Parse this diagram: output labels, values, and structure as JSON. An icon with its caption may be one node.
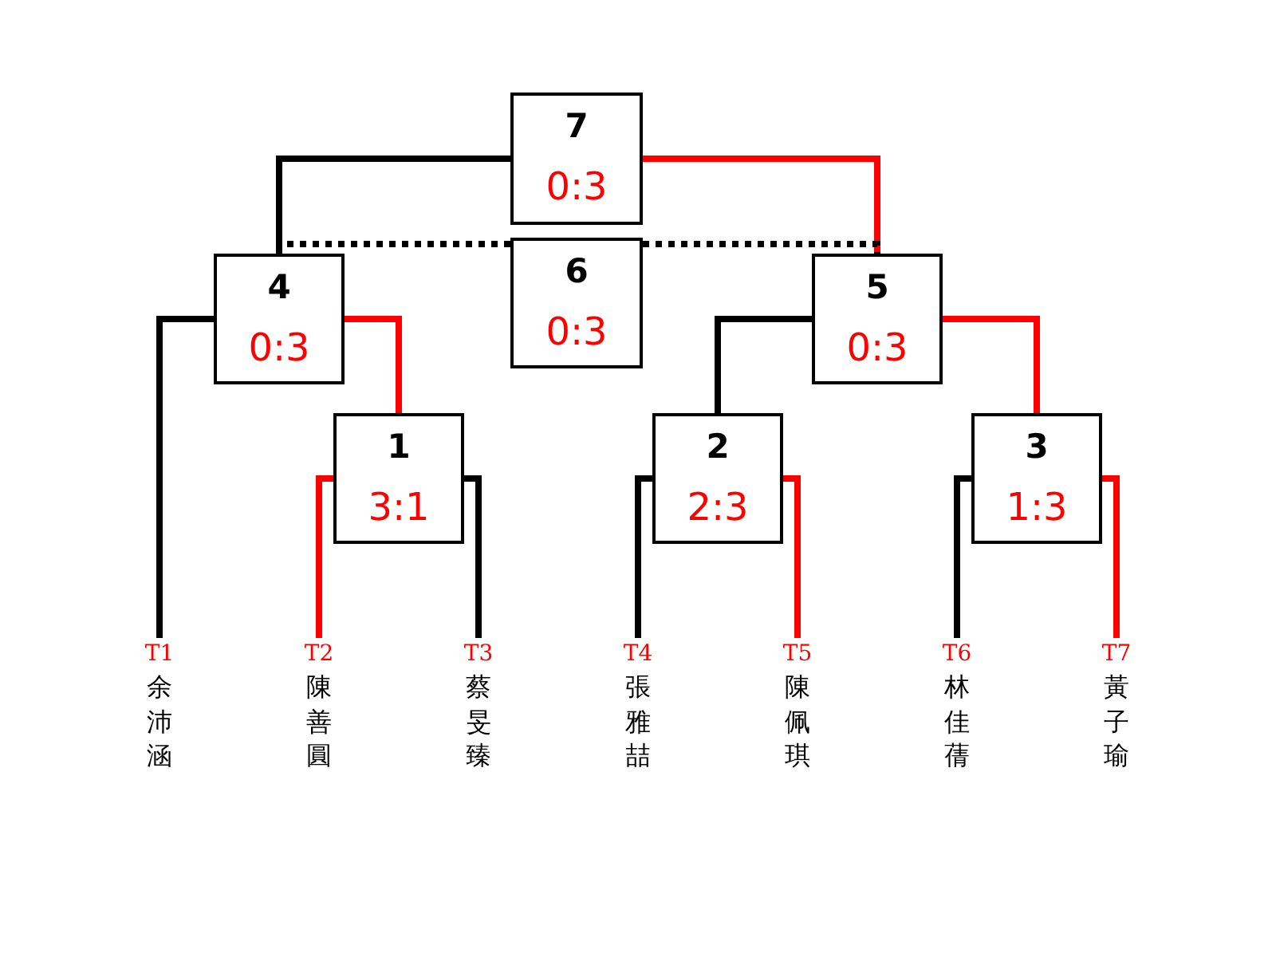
{
  "diagram": {
    "nodes": [
      {
        "text": [
          "7",
          "0:3"
        ]
      },
      {
        "text": [
          "4",
          "0:3"
        ]
      },
      {
        "text": [
          "6",
          "0:3"
        ]
      },
      {
        "text": [
          "5",
          "0:3"
        ]
      },
      {
        "text": [
          "1",
          "3:1"
        ]
      },
      {
        "text": [
          "2",
          "2:3"
        ]
      },
      {
        "text": [
          "3",
          "1:3"
        ]
      },
      {
        "text": [
          "T1",
          "余沛涵"
        ]
      },
      {
        "text": [
          "T2",
          "陳善圓"
        ]
      },
      {
        "text": [
          "T3",
          "蔡旻臻"
        ]
      },
      {
        "text": [
          "T4",
          "張雅喆"
        ]
      },
      {
        "text": [
          "T5",
          "陳佩琪"
        ]
      },
      {
        "text": [
          "T6",
          "林佳蒨"
        ]
      },
      {
        "text": [
          "T7",
          "黃子瑜"
        ]
      }
    ],
    "edges": [
      {
        "from": 0,
        "to": 1,
        "arrow": "none"
      },
      {
        "from": 0,
        "to": 3,
        "arrow": "none",
        "color": "#ff0000"
      },
      {
        "from": 2,
        "to": 1,
        "arrow": "none",
        "style": "dashed"
      },
      {
        "from": 2,
        "to": 3,
        "arrow": "none",
        "style": "dashed"
      },
      {
        "from": 1,
        "to": 7,
        "arrow": "none"
      },
      {
        "from": 1,
        "to": 4,
        "arrow": "none",
        "color": "#ff0000"
      },
      {
        "from": 3,
        "to": 5,
        "arrow": "none"
      },
      {
        "from": 3,
        "to": 6,
        "arrow": "none",
        "color": "#ff0000"
      },
      {
        "from": 4,
        "to": 8,
        "arrow": "none",
        "color": "#ff0000"
      },
      {
        "from": 4,
        "to": 9,
        "arrow": "none"
      },
      {
        "from": 5,
        "to": 10,
        "arrow": "none"
      },
      {
        "from": 5,
        "to": 11,
        "arrow": "none",
        "color": "#ff0000"
      },
      {
        "from": 6,
        "to": 12,
        "arrow": "none"
      },
      {
        "from": 6,
        "to": 13,
        "arrow": "none",
        "color": "#ff0000"
      }
    ]
  }
}
